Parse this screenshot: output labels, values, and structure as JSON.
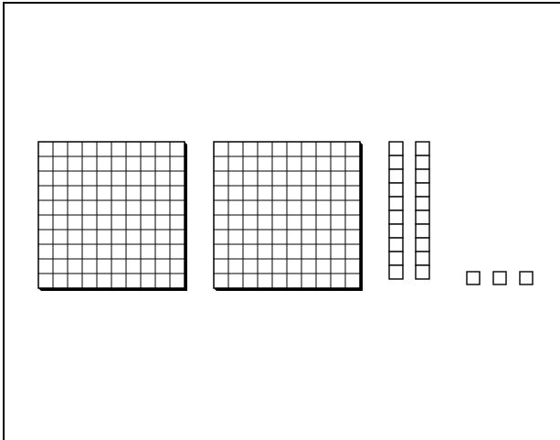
{
  "figure": {
    "kind": "base-ten-blocks",
    "blocks": [
      {
        "type": "hundred-flat",
        "count": 2,
        "grid": 10
      },
      {
        "type": "ten-rod",
        "count": 2,
        "units_per_rod": 10
      },
      {
        "type": "unit-cube",
        "count": 3
      }
    ],
    "colors": {
      "background": "#ffffff",
      "stroke": "#000000",
      "fill": "#ffffff",
      "shadow": "#000000"
    }
  }
}
